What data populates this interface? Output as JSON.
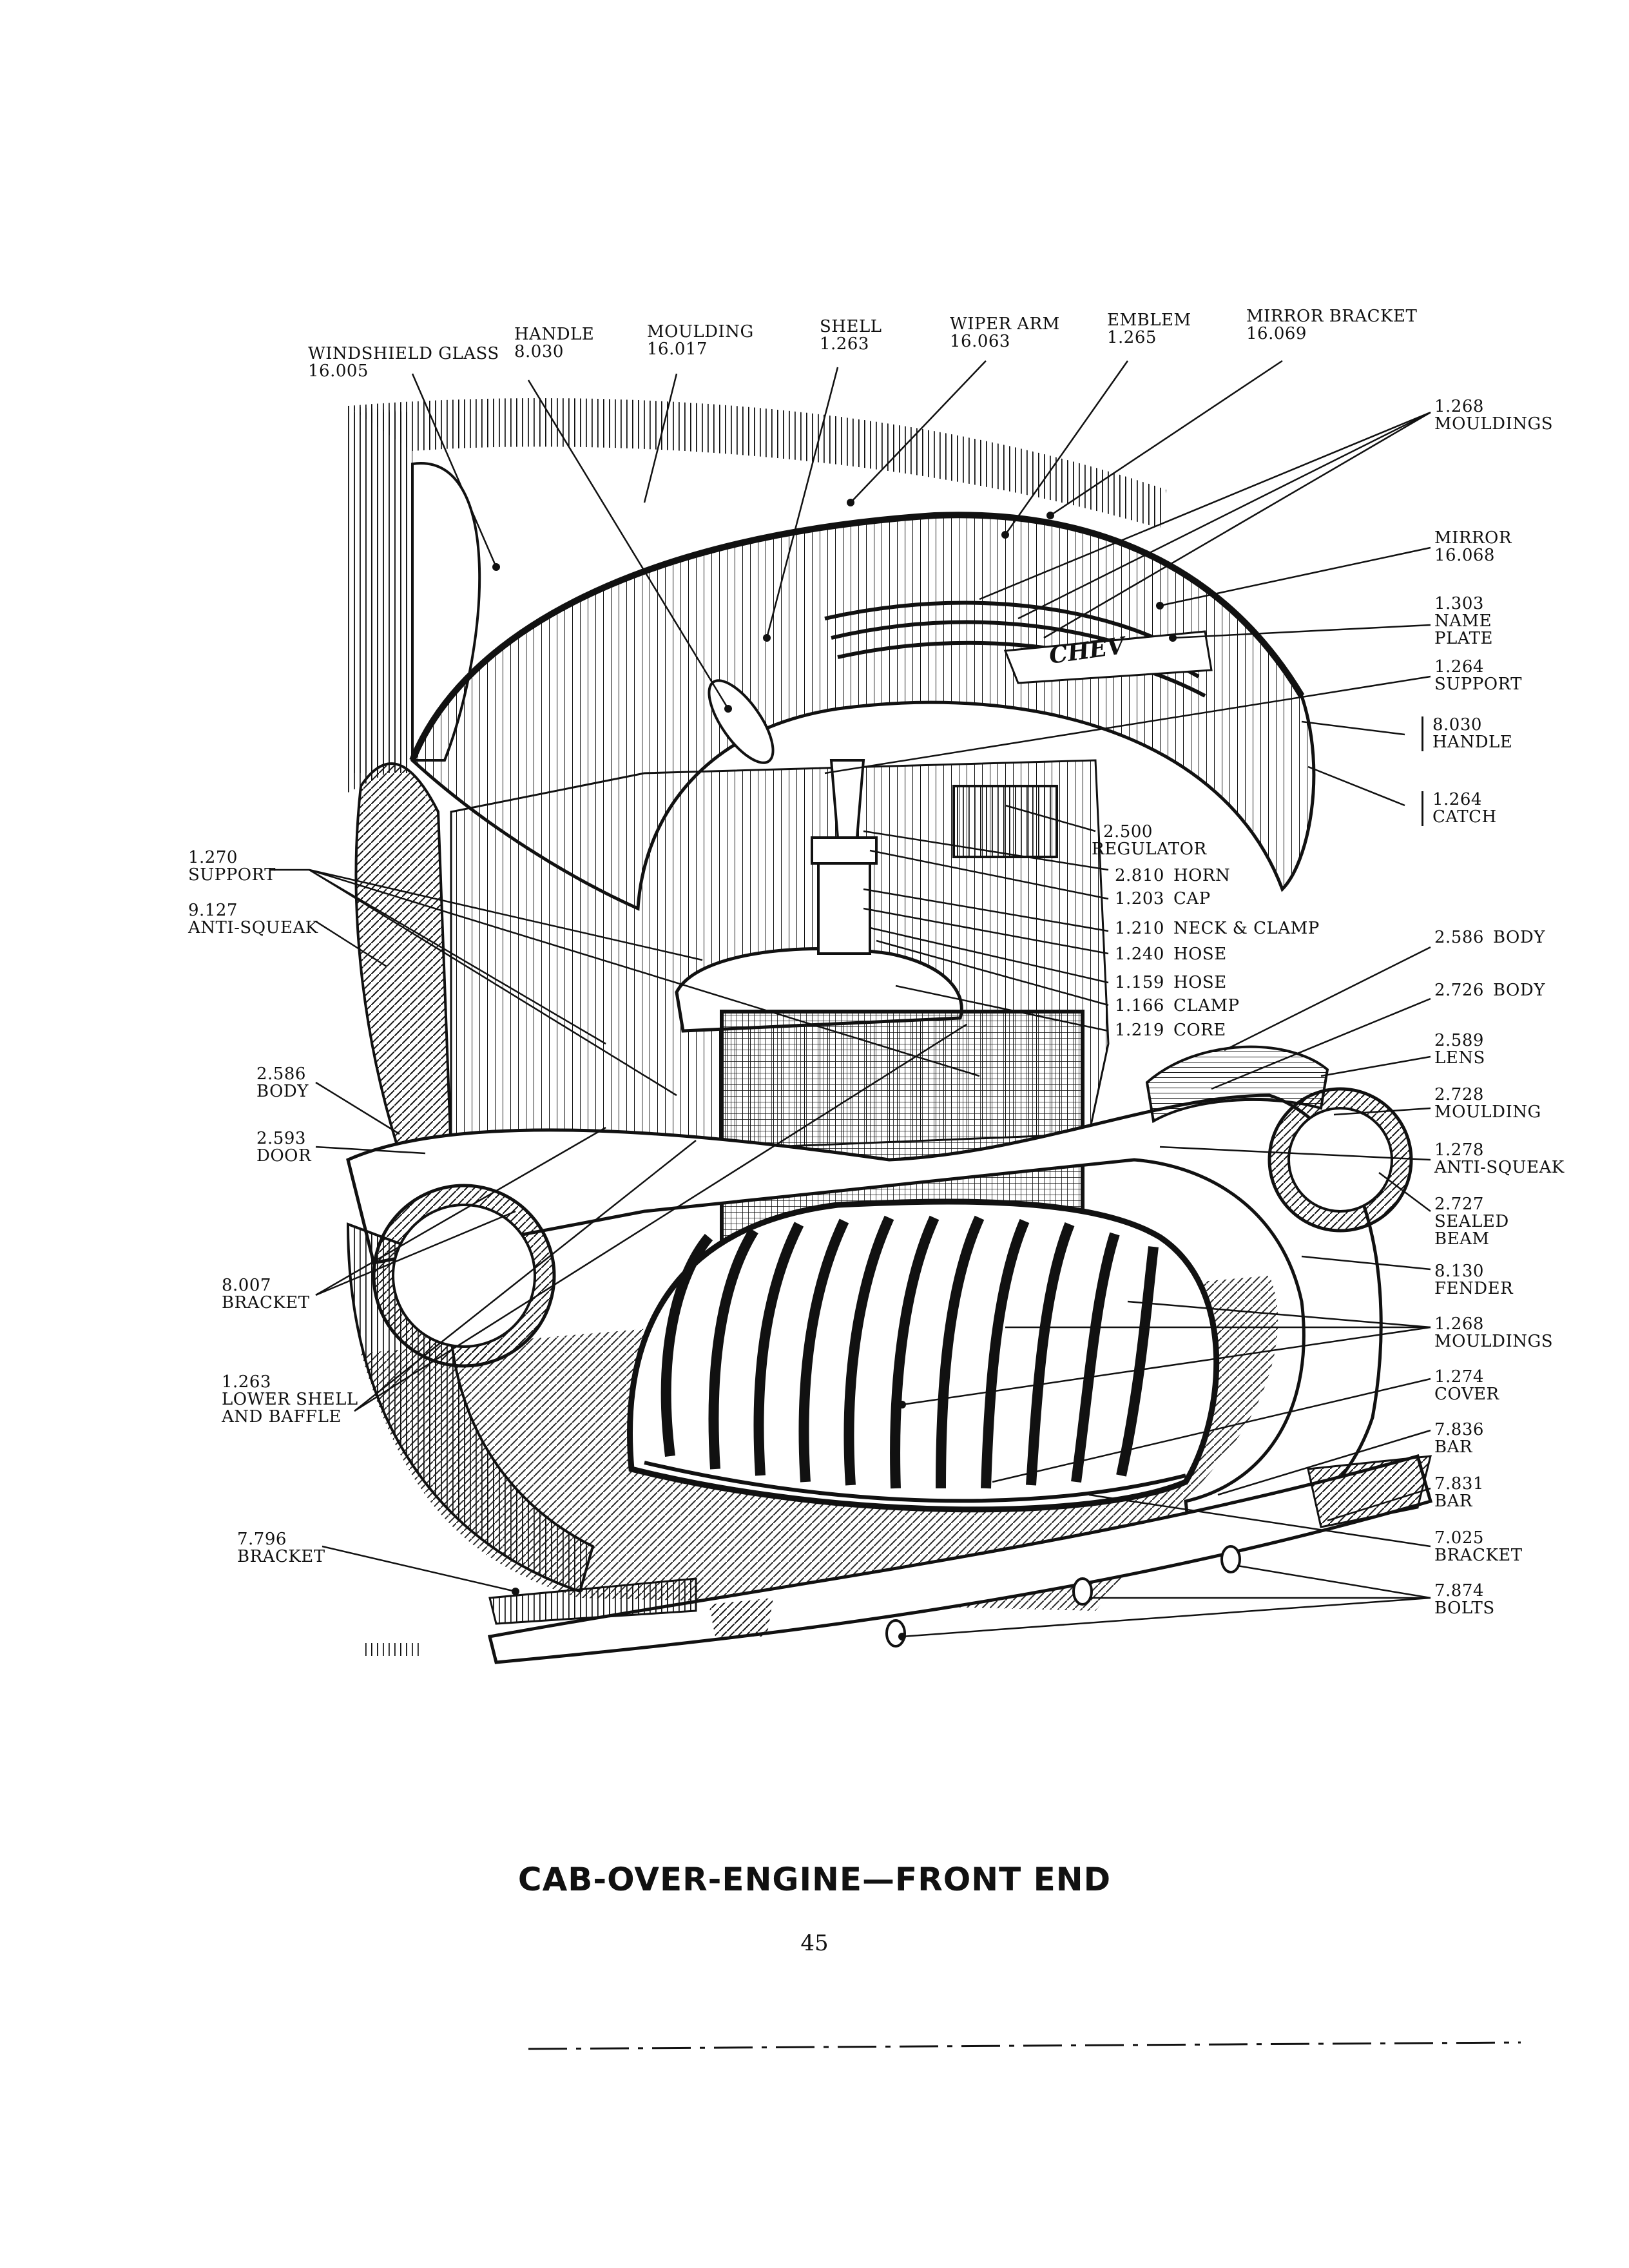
{
  "title": "CAB-OVER-ENGINE—FRONT END",
  "page_number": "45",
  "labels": {
    "windshield_glass": [
      "WINDSHIELD GLASS",
      "16.005"
    ],
    "handle_top": [
      "HANDLE",
      "8.030"
    ],
    "moulding_top": [
      "MOULDING",
      "16.017"
    ],
    "shell": [
      "SHELL",
      "1.263"
    ],
    "wiper_arm": [
      "WIPER ARM",
      "16.063"
    ],
    "emblem": [
      "EMBLEM",
      "1.265"
    ],
    "mirror_bracket": [
      "MIRROR BRACKET",
      "16.069"
    ],
    "mouldings_upper": [
      "1.268",
      "MOULDINGS"
    ],
    "mirror": [
      "MIRROR",
      "16.068"
    ],
    "name_plate": [
      "1.303",
      "NAME",
      "PLATE"
    ],
    "support_right": [
      "1.264",
      "SUPPORT"
    ],
    "handle_right": [
      "8.030",
      "HANDLE"
    ],
    "catch": [
      "1.264",
      "CATCH"
    ],
    "regulator": [
      "2.500",
      "REGULATOR"
    ],
    "horn": [
      "2.810",
      "HORN"
    ],
    "cap": [
      "1.203",
      "CAP"
    ],
    "neck_clamp": [
      "1.210",
      "NECK & CLAMP"
    ],
    "hose_upper": [
      "1.240",
      "HOSE"
    ],
    "hose_lower": [
      "1.159",
      "HOSE"
    ],
    "clamp": [
      "1.166",
      "CLAMP"
    ],
    "core": [
      "1.219",
      "CORE"
    ],
    "body_right_1": [
      "2.586",
      "BODY"
    ],
    "body_right_2": [
      "2.726",
      "BODY"
    ],
    "lens": [
      "2.589",
      "LENS"
    ],
    "moulding_right": [
      "2.728",
      "MOULDING"
    ],
    "anti_squeak_right": [
      "1.278",
      "ANTI-SQUEAK"
    ],
    "sealed_beam": [
      "2.727",
      "SEALED",
      "BEAM"
    ],
    "fender": [
      "8.130",
      "FENDER"
    ],
    "mouldings_lower": [
      "1.268",
      "MOULDINGS"
    ],
    "cover": [
      "1.274",
      "COVER"
    ],
    "bar_1": [
      "7.836",
      "BAR"
    ],
    "bar_2": [
      "7.831",
      "BAR"
    ],
    "bracket_right": [
      "7.025",
      "BRACKET"
    ],
    "bolts": [
      "7.874",
      "BOLTS"
    ],
    "support_left": [
      "1.270",
      "SUPPORT"
    ],
    "anti_squeak_left": [
      "9.127",
      "ANTI-SQUEAK"
    ],
    "body_left": [
      "2.586",
      "BODY"
    ],
    "door": [
      "2.593",
      "DOOR"
    ],
    "bracket_left": [
      "8.007",
      "BRACKET"
    ],
    "lower_shell": [
      "1.263",
      "LOWER SHELL",
      "AND BAFFLE"
    ],
    "bracket_bottom": [
      "7.796",
      "BRACKET"
    ],
    "emblem_text": "CHEV"
  }
}
